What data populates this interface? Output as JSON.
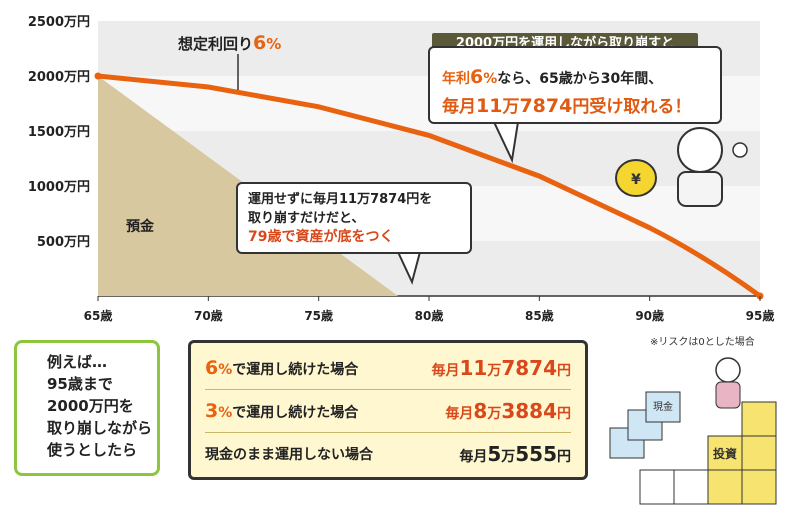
{
  "chart_data": {
    "type": "area",
    "x": [
      65,
      70,
      75,
      80,
      85,
      90,
      95
    ],
    "x_tick_labels": [
      "65歳",
      "70歳",
      "75歳",
      "80歳",
      "85歳",
      "90歳",
      "95歳"
    ],
    "y_tick_labels": [
      "500万円",
      "1000万円",
      "1500万円",
      "2000万円",
      "2500万円"
    ],
    "y_ticks": [
      500,
      1000,
      1500,
      2000,
      2500
    ],
    "ylim": [
      0,
      2500
    ],
    "xlim": [
      65,
      95
    ],
    "series": [
      {
        "name": "想定利回り6%",
        "type": "line",
        "color": "#e8620f",
        "points": [
          [
            65,
            2000
          ],
          [
            70,
            1900
          ],
          [
            75,
            1720
          ],
          [
            80,
            1460
          ],
          [
            85,
            1090
          ],
          [
            90,
            620
          ],
          [
            95,
            0
          ]
        ]
      },
      {
        "name": "預金",
        "type": "area",
        "color": "#d8c8a0",
        "points": [
          [
            65,
            2000
          ],
          [
            78.6,
            0
          ]
        ]
      }
    ],
    "grid_bands": "alternating horizontal"
  },
  "labels": {
    "yield": "想定利回り",
    "yield_num": "6",
    "yield_pct": "%",
    "deposit": "預金",
    "note": "※リスクは0とした場合"
  },
  "main_callout": {
    "header": "2000万円を運用しながら取り崩すと",
    "line1_a": "年利",
    "line1_num": "6",
    "line1_pct": "%",
    "line1_b": "なら、65歳から30年間、",
    "line2_a": "毎月",
    "line2_b": "11",
    "line2_c": "万",
    "line2_d": "7874",
    "line2_e": "円受け取れる！"
  },
  "deposit_callout": {
    "line1": "運用せずに毎月11万7874円を",
    "line2": "取り崩すだけだと、",
    "line3": "79歳で資産が底をつく"
  },
  "example": {
    "lines": [
      "例えば…",
      "95歳まで",
      "2000万円を",
      "取り崩しながら",
      "使うとしたら"
    ]
  },
  "table": {
    "rows": [
      {
        "pct": "6",
        "pct_unit": "%",
        "label": "で運用し続けた場合",
        "v1": "毎月",
        "v2": "11",
        "v3": "万",
        "v4": "7874",
        "v5": "円"
      },
      {
        "pct": "3",
        "pct_unit": "%",
        "label": "で運用し続けた場合",
        "v1": "毎月",
        "v2": "8",
        "v3": "万",
        "v4": "3884",
        "v5": "円"
      },
      {
        "pct": "",
        "pct_unit": "",
        "label": "現金のまま運用しない場合",
        "v1": "毎月",
        "v2": "5",
        "v3": "万",
        "v4": "555",
        "v5": "円"
      }
    ]
  },
  "illustration": {
    "money_bag_icon_text": "¥",
    "stair_labels": [
      "現金",
      "投資"
    ]
  },
  "colors": {
    "accent": "#e8620f",
    "deposit_fill": "#d8c8a0",
    "table_bg": "#fff7d0",
    "example_border": "#8cc63f",
    "header_bg": "#5a5a3a"
  }
}
